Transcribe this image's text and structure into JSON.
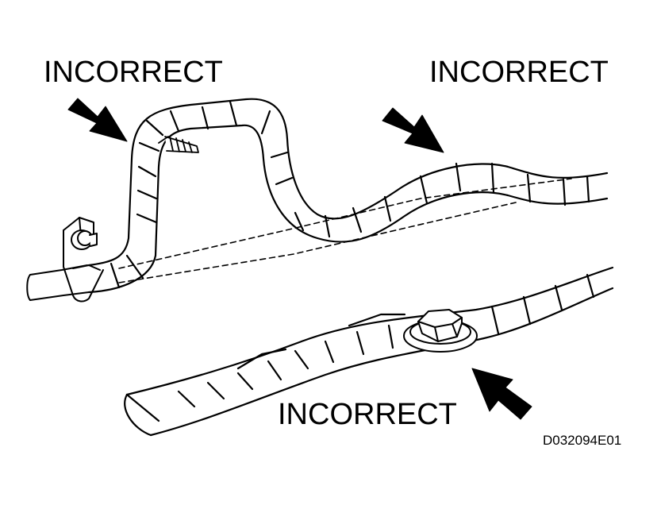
{
  "labels": {
    "top_left": "INCORRECT",
    "top_right": "INCORRECT",
    "bottom": "INCORRECT"
  },
  "figure_code": "D032094E01",
  "colors": {
    "ink": "#000000",
    "paper": "#ffffff"
  }
}
